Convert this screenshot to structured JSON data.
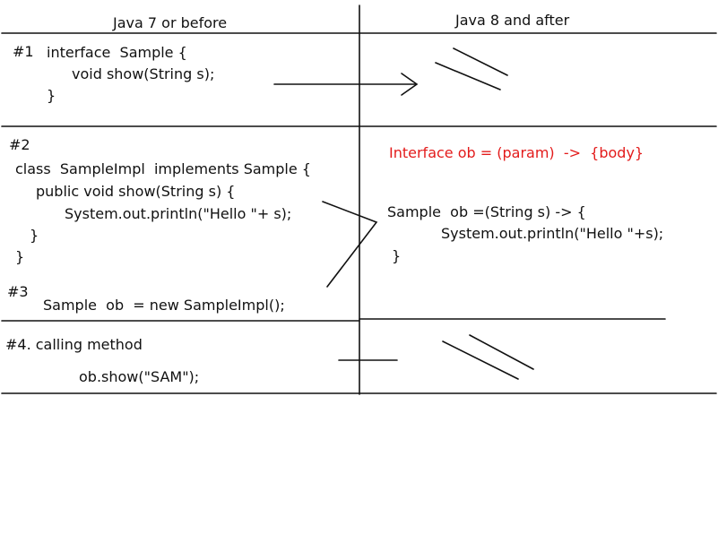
{
  "headers": {
    "left": "Java 7 or before",
    "right": "Java 8 and after"
  },
  "row1": {
    "num": "#1",
    "code": [
      "interface  Sample {",
      "void show(String s);",
      "}"
    ]
  },
  "row2": {
    "num": "#2",
    "code": [
      "class  SampleImpl  implements Sample {",
      "public void show(String s) {",
      "System.out.println(\"Hello \"+ s);",
      "}",
      "}"
    ],
    "syntax": "Interface ob = (param)  ->  {body}",
    "lambda": [
      "Sample  ob =(String s) -> {",
      "System.out.println(\"Hello \"+s);",
      "}"
    ]
  },
  "row3": {
    "num": "#3",
    "code": "Sample  ob  = new SampleImpl();"
  },
  "row4": {
    "label": "#4. calling method",
    "code": "ob.show(\"SAM\");"
  },
  "colors": {
    "ink": "#111111",
    "accent": "#e31b1b"
  }
}
